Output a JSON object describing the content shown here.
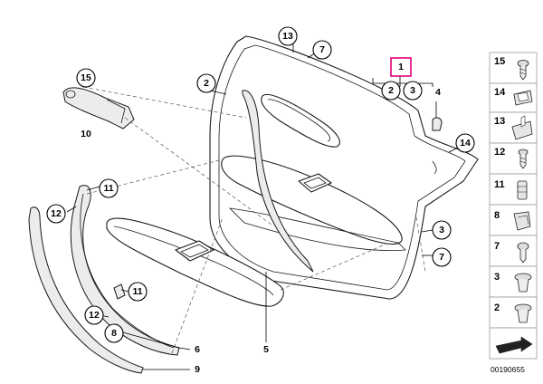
{
  "callouts": {
    "c1": "1",
    "c2": "2",
    "c3": "3",
    "c4": "4",
    "c5": "5",
    "c6": "6",
    "c7": "7",
    "c8": "8",
    "c9": "9",
    "c10": "10",
    "c11": "11",
    "c12": "12",
    "c13": "13",
    "c14": "14"
  },
  "legend": [
    "15",
    "14",
    "13",
    "12",
    "11",
    "8",
    "7",
    "3",
    "2"
  ],
  "diagram_number": "00190655",
  "colors": {
    "highlight": "#e0007a"
  }
}
